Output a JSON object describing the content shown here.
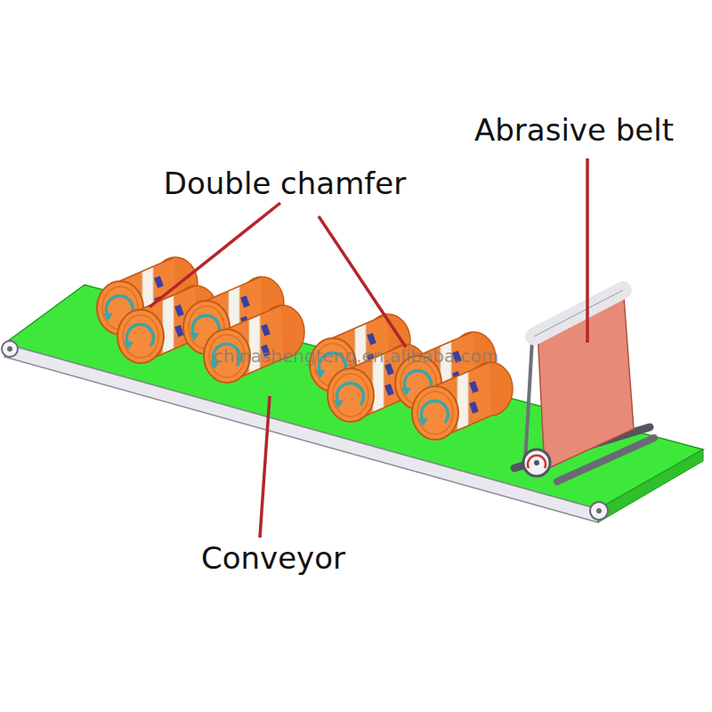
{
  "diagram": {
    "labels": [
      "Double chamfer",
      "Abrasive belt",
      "Conveyor",
      "chinashengteng.en.alibaba.com"
    ]
  }
}
